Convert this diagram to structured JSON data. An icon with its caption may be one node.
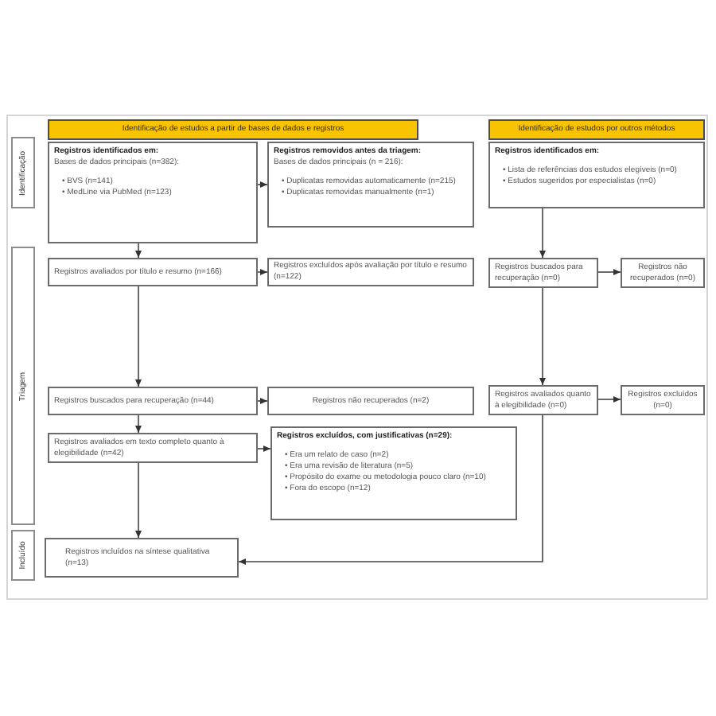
{
  "diagram": {
    "nodes": [
      {
        "text": [
          "Identificação de estudos a partir de bases de dados e registros"
        ]
      },
      {
        "text": [
          "Identificação de estudos por outros métodos"
        ]
      },
      {
        "text": [
          "Identificação"
        ]
      },
      {
        "text": [
          "Registros identificados em:",
          "Bases de dados principais (n=382):",
          "• BVS (n=141)",
          "• MedLine via PubMed (n=123)"
        ]
      },
      {
        "text": [
          "Registros removidos antes da triagem:",
          "Bases de dados principais (n = 216):",
          "• Duplicatas removidas automaticamente (n=215)",
          "• Duplicatas removidas manualmente (n=1)"
        ]
      },
      {
        "text": [
          "Registros identificados em:",
          "• Lista de referências dos estudos elegíveis (n=0)",
          "• Estudos sugeridos por especialistas (n=0)"
        ]
      },
      {
        "text": [
          "Triagem"
        ]
      },
      {
        "text": [
          "Registros avaliados por título e resumo (n=166)"
        ]
      },
      {
        "text": [
          "Registros excluídos após avaliação por título e resumo (n=122)"
        ]
      },
      {
        "text": [
          "Registros buscados para recuperação (n=0)"
        ]
      },
      {
        "text": [
          "Registros não recuperados (n=0)"
        ]
      },
      {
        "text": [
          "Registros buscados para recuperação (n=44)"
        ]
      },
      {
        "text": [
          "Registros não recuperados (n=2)"
        ]
      },
      {
        "text": [
          "Registros avaliados quanto à elegibilidade (n=0)"
        ]
      },
      {
        "text": [
          "Registros excluídos (n=0)"
        ]
      },
      {
        "text": [
          "Registros avaliados em texto completo quanto à elegibilidade (n=42)"
        ]
      },
      {
        "text": [
          "Registros excluídos, com justificativas (n=29):",
          "• Era um relato de caso (n=2)",
          "• Era uma revisão de literatura (n=5)",
          "• Propósito do exame ou metodologia pouco claro (n=10)",
          "• Fora do escopo (n=12)"
        ]
      },
      {
        "text": [
          "Incluído"
        ]
      },
      {
        "text": [
          "Registros incluídos na síntese qualitativa (n=13)"
        ]
      }
    ],
    "edges": [
      {
        "from": 3,
        "to": 4,
        "arrow": "to"
      },
      {
        "from": 3,
        "to": 7,
        "arrow": "to"
      },
      {
        "from": 7,
        "to": 8,
        "arrow": "to"
      },
      {
        "from": 7,
        "to": 11,
        "arrow": "to"
      },
      {
        "from": 11,
        "to": 12,
        "arrow": "to"
      },
      {
        "from": 11,
        "to": 15,
        "arrow": "to"
      },
      {
        "from": 15,
        "to": 16,
        "arrow": "to"
      },
      {
        "from": 15,
        "to": 18,
        "arrow": "to"
      },
      {
        "from": 5,
        "to": 9,
        "arrow": "to"
      },
      {
        "from": 9,
        "to": 10,
        "arrow": "to"
      },
      {
        "from": 9,
        "to": 13,
        "arrow": "to"
      },
      {
        "from": 13,
        "to": 14,
        "arrow": "to"
      },
      {
        "from": 13,
        "to": 18,
        "arrow": "to"
      }
    ]
  }
}
